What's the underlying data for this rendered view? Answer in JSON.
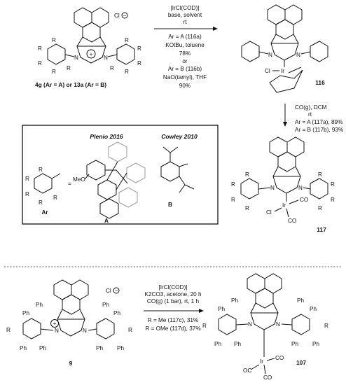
{
  "scheme_top": {
    "left_compound": {
      "label": "4g (Ar = A) or 13a (Ar = B)",
      "counterion": "Cl",
      "substituent": "R"
    },
    "conditions": {
      "above": [
        "[IrCl(COD)]",
        "base, solvent",
        "rt"
      ],
      "below": [
        "Ar = A (116a)",
        "KOtBu, toluene",
        "78%",
        "or",
        "Ar = B (116b)",
        "NaO(tamyl), THF",
        "90%"
      ]
    },
    "product_116": {
      "label": "116",
      "metal": "Ir",
      "halide": "Cl"
    },
    "step2": {
      "reagents": [
        "CO(g), DCM",
        "rt"
      ],
      "results": [
        "Ar = A (117a), 89%",
        "Ar = B (117b), 93%"
      ]
    },
    "product_117": {
      "label": "117",
      "metal": "Ir",
      "ligands": [
        "CO",
        "CO",
        "Cl"
      ]
    }
  },
  "legend_box": {
    "ar_label": "Ar",
    "equals": "=",
    "refs": [
      "Plenio 2016",
      "Cowley 2010"
    ],
    "options": [
      "A",
      "B"
    ],
    "methoxy": "MeO"
  },
  "scheme_bottom": {
    "left_compound": {
      "label": "9",
      "counterion": "Cl"
    },
    "conditions": {
      "above": [
        "[IrCl(COD)]",
        "K2CO3, acetone, 20 h",
        "CO(g) (1 bar), rt, 1 h"
      ],
      "below": [
        "R = Me (117c), 31%",
        "R = OMe (117d), 37%"
      ]
    },
    "product_107": {
      "label": "107",
      "metal": "Ir",
      "ligands": [
        "CO",
        "CO",
        "OC"
      ]
    },
    "substituents": [
      "Ph",
      "R"
    ]
  },
  "colors": {
    "ink": "#111111",
    "grey_ring": "#9a9a9a",
    "divider": "#555555"
  }
}
